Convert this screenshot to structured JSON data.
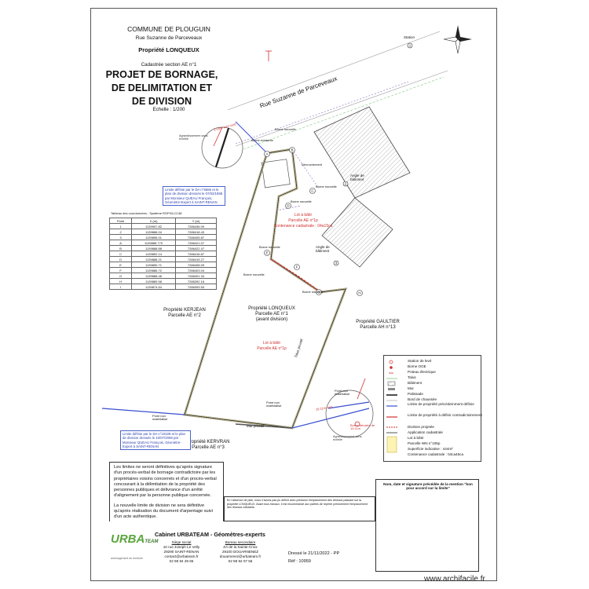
{
  "header": {
    "commune": "COMMUNE DE PLOUGUIN",
    "street": "Rue Suzanne de Parceveaux",
    "property": "Propriété LONQUEUX",
    "cadastre": "Cadastrée section AE n°1",
    "title_l1": "PROJET DE BORNAGE,",
    "title_l2": "DE DELIMITATION ET",
    "title_l3": "DE DIVISION",
    "scale": "Echelle : 1/200"
  },
  "map": {
    "road_label": "Rue Suzanne de Parceveaux",
    "station": "Station",
    "enlarge1": "Agrandissement sans échelle",
    "enlarge2": "Agrandissement sans échelle",
    "borne_existante": "Borne existante",
    "borne_nouvelle_a": "Borne nouvelle",
    "borne_nouvelle_b": "Borne nouvelle",
    "borne_nouvelle_c": "Borne nouvelle",
    "borne_nouvelle_d": "Borne nouvelle",
    "borne_nouvelle_e": "Borne nouvelle",
    "borne_nouvelle_f": "Borne nouvelle",
    "corner_bat1": "Angle de bâtiment",
    "corner_bat2": "Angle de bâtiment",
    "retrait": "Décrochement",
    "cote1": "2.04m vers nord",
    "cote2": "19.11m vers",
    "point_non_mat1": "Point non matérialisé",
    "point_non_mat2": "Point non matérialisé",
    "point_non_mat3": "Point non matérialisé",
    "lot_bati_title": "Lot à bâtir",
    "lot_bati_parcel": "Parcelle AE n°1p",
    "lot_bati_cont": "Contenance cadastrale : 04a15ca",
    "main_owner": "Propriété LONQUEUX",
    "main_parcel": "Parcelle AE n°1",
    "main_note": "(avant division)",
    "lot_bati2_title": "Lot à bâtir",
    "lot_bati2_parcel": "Parcelle AE n°1p",
    "kerjean": "Propriété KERJEAN",
    "kerjean_parcel": "Parcelle AE n°2",
    "gaultier": "Propriété GAULTIER",
    "gaultier_parcel": "Parcelle AH n°13",
    "kervran": "Propriété KERVRAN",
    "kervran_parcel": "Parcelle AE n°3",
    "mur_prive": "Mur privatif",
    "talus": "Talus privatif",
    "borne_decalee": "Borne décalée de 19.11m",
    "limit_note1": "Limite définie par le DA n°6666 et le plan de division dressés le 07/02/1998 par Monsieur QUEAU François, Géomètre-Expert à SAINT-RENAN",
    "limit_note2": "Limite définie par le DA n°10228 et le plan de division dressés le 10/07/2008 par Monsieur QUEAU François, Géomètre-Expert à SAINT-RENAN"
  },
  "coords": {
    "title": "Tableau des coordonnées - Système RGF93-CC48",
    "headers": [
      "Point",
      "X (m)",
      "Y (m)"
    ],
    "rows": [
      [
        "1",
        "1139907.82",
        "7286436.09"
      ],
      [
        "2",
        "1139886.04",
        "7286418.43"
      ],
      [
        "3",
        "1139896.01",
        "7286405.87"
      ],
      [
        "A",
        "1139885.770",
        "7286421.07"
      ],
      [
        "B",
        "1139888.88",
        "7286422.47"
      ],
      [
        "C",
        "1139892.14",
        "7286416.87"
      ],
      [
        "D",
        "1139888.21",
        "7286415.27"
      ],
      [
        "E",
        "1139890.71",
        "7286408.09"
      ],
      [
        "F",
        "1139886.72",
        "7286403.04"
      ],
      [
        "G",
        "1139888.46",
        "7286401.34"
      ],
      [
        "H",
        "1139889.58",
        "7286392.16"
      ],
      [
        "I",
        "1139874.54",
        "7286393.53"
      ]
    ]
  },
  "legend": {
    "items": [
      "Station de levé",
      "Borne OGE",
      "Poteau électrique",
      "Talus",
      "Bâtiment",
      "Mur",
      "Palissade",
      "Bord de chaussée",
      "Limite de propriété précédemment définie",
      "Limite de propriété à définir contradictoirement",
      "Division projetée",
      "Application cadastrale",
      "Lot à bâtir",
      "Parcelle WN n°105p",
      "Superficie indicative : 444m²",
      "Contenance cadastrale : 04ca46ca"
    ]
  },
  "notes": {
    "left1": "Les limites ne seront définitives qu'après signature d'un procès-verbal de bornage contradictoire par les propriétaires voisins concernés et d'un procès-verbal concourant à la délimitation de la propriété des personnes publiques et délivrance d'un arrêté d'alignement par la personne publique concernée.",
    "left2": "La nouvelle limite de division ne sera définitive qu'après réalisation du document d'arpentage suivi d'un acte authentique.",
    "middle": "En l'absence de plan, nous n'avons pas pu définir avec précision l'emplacement des réseaux passant sur la propriété LONQUEUX. Avant tous travaux, il est recommandé aux parties de repérer précisément l'emplacement des réseaux existants.",
    "signature": "Nom, date et signature précédée de la mention \"bon pour accord sur la limite\""
  },
  "footer": {
    "logo": "URBA",
    "logo_sub": "TEAM",
    "cabinet": "Cabinet URBATEAM - Géomètres-experts",
    "siege_label": "Siège social",
    "siege_addr1": "10 rue Joseph Le Velly",
    "siege_addr2": "29290 SAINT-RENAN",
    "siege_mail": "contact@urbateam.fr",
    "siege_tel": "02 98 84 29 65",
    "bureau_label": "Bureau secondaire",
    "bureau_addr1": "ZA de la Sainte-Croix",
    "bureau_addr2": "29100 DOUARNENEZ",
    "bureau_mail": "douarnenez@urbateam.fr",
    "bureau_tel": "02 98 92 07 56",
    "dresse": "Dressé le 21/11/2022 - PP",
    "ref": "Réf : 10959",
    "tagline": "aménagement du territoire"
  },
  "watermark": "www.archifacile.fr"
}
